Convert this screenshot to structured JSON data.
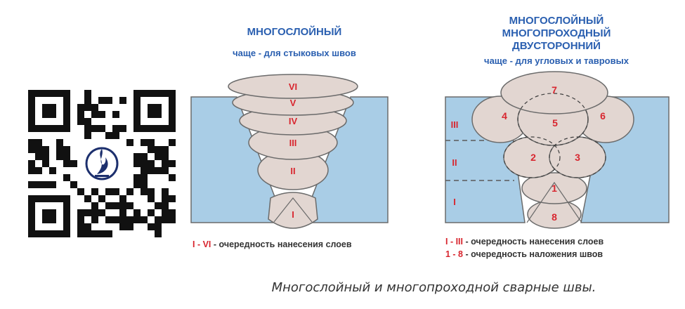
{
  "left_diagram": {
    "title": "МНОГОСЛОЙНЫЙ",
    "subtitle": "чаще - для стыковых швов",
    "layers": [
      "I",
      "II",
      "III",
      "IV",
      "V",
      "VI"
    ],
    "legend_range": "I - VI",
    "legend_text": " - очередность нанесения слоев"
  },
  "right_diagram": {
    "title_lines": [
      "МНОГОСЛОЙНЫЙ",
      "МНОГОПРОХОДНЫЙ",
      "ДВУСТОРОННИЙ"
    ],
    "subtitle": "чаще - для угловых и тавровых",
    "layers": [
      "I",
      "II",
      "III"
    ],
    "passes": [
      "1",
      "2",
      "3",
      "4",
      "5",
      "6",
      "7",
      "8"
    ],
    "legend_1_range": "I - III",
    "legend_1_text": " - очередность нанесения слоев",
    "legend_2_range": "1 - 8",
    "legend_2_text": " - очередность наложения швов"
  },
  "caption": "Многослойный и многопроходной сварные швы.",
  "colors": {
    "plate": "#a9cde6",
    "bead": "#e2d6d1",
    "accent_red": "#d8262f",
    "title_blue": "#2a5fb0"
  },
  "icons": {
    "qr": "qr-code-icon",
    "logo": "flame-logo-icon"
  }
}
